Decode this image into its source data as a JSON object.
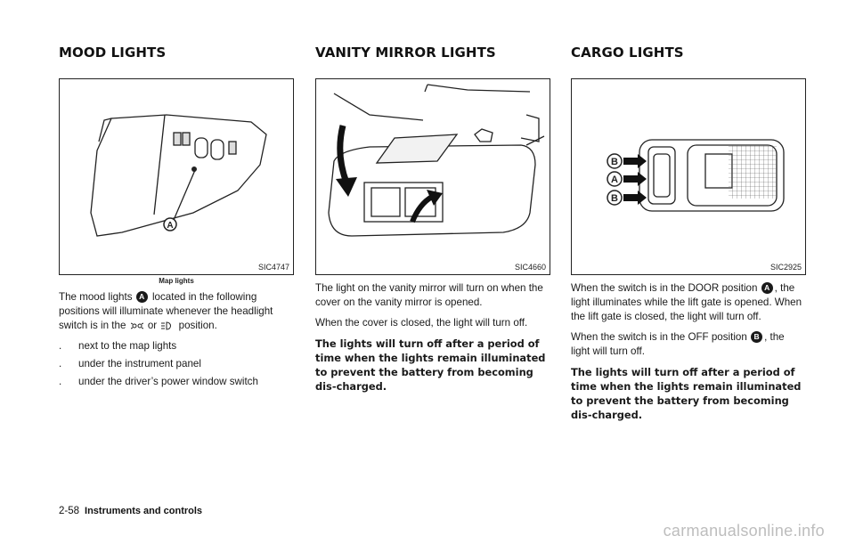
{
  "columns": {
    "mood": {
      "heading": "MOOD LIGHTS",
      "figure_code": "SIC4747",
      "caption": "Map lights",
      "callout": "A",
      "text_before_callout": "The mood lights",
      "text_after_callout": "located in the following positions will illuminate whenever the headlight switch is in the",
      "text_or": "or",
      "text_position": "position.",
      "bullets": [
        "next to the map lights",
        "under the instrument panel",
        "under the driver’s power window switch"
      ],
      "bullet_mark": "."
    },
    "vanity": {
      "heading": "VANITY MIRROR LIGHTS",
      "figure_code": "SIC4660",
      "para1": "The light on the vanity mirror will turn on when the cover on the vanity mirror is opened.",
      "para2": "When the cover is closed, the light will turn off.",
      "warning": "The lights will turn off after a period of time when the lights remain illuminated to prevent the battery from becoming dis-charged."
    },
    "cargo": {
      "heading": "CARGO LIGHTS",
      "figure_code": "SIC2925",
      "callout_a": "A",
      "callout_b": "B",
      "para1_before": "When the switch is in the DOOR position",
      "para1_after": ", the light illuminates while the lift gate is opened. When the lift gate is closed, the light will turn off.",
      "para2_before": "When the switch is in the OFF position",
      "para2_after": ", the light will turn off.",
      "warning": "The lights will turn off after a period of time when the lights remain illuminated to prevent the battery from becoming dis-charged."
    }
  },
  "footer": {
    "page": "2-58",
    "section": "Instruments and controls"
  },
  "watermark": "carmanualsonline.info"
}
